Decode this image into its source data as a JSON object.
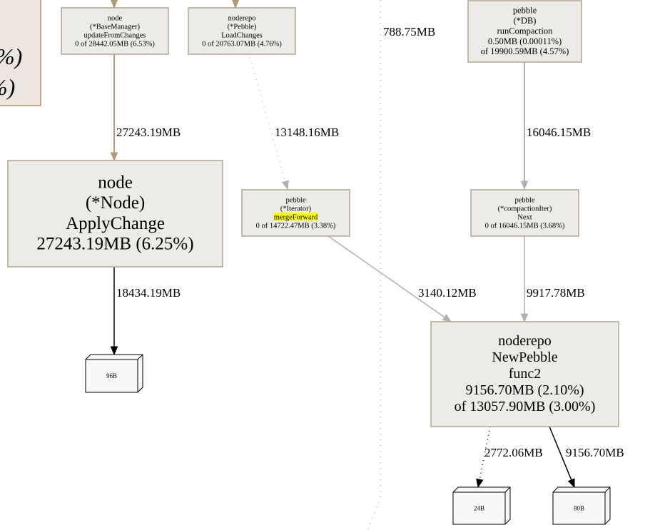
{
  "colors": {
    "node_fill": "#edebe8",
    "node_stroke": "#b2a58f",
    "partial_fill": "#ede5df",
    "partial_stroke": "#b2916e",
    "edge_tan": "#b29a78",
    "edge_gray": "#b2b0aa",
    "edge_black": "#000000",
    "highlight": "#ffff00"
  },
  "nodes": {
    "partial": {
      "lines": [
        "%)",
        "%)"
      ]
    },
    "base_manager": {
      "lines": [
        "node",
        "(*BaseManager)",
        "updateFromChanges",
        "0 of 28442.05MB (6.53%)"
      ]
    },
    "load_changes": {
      "lines": [
        "noderepo",
        "(*Pebble)",
        "LoadChanges",
        "0 of 20763.07MB (4.76%)"
      ]
    },
    "run_compaction": {
      "lines": [
        "pebble",
        "(*DB)",
        "runCompaction",
        "0.50MB (0.00011%)",
        "of 19900.59MB (4.57%)"
      ]
    },
    "apply_change": {
      "lines": [
        "node",
        "(*Node)",
        "ApplyChange",
        "27243.19MB (6.25%)"
      ]
    },
    "merge_forward": {
      "lines": [
        "pebble",
        "(*Iterator)",
        "mergeForward",
        "0 of 14722.47MB (3.38%)"
      ],
      "highlighted_line": 2
    },
    "compaction_iter": {
      "lines": [
        "pebble",
        "(*compactionIter)",
        "Next",
        "0 of 16046.15MB (3.68%)"
      ]
    },
    "new_pebble": {
      "lines": [
        "noderepo",
        "NewPebble",
        "func2",
        "9156.70MB (2.10%)",
        "of 13057.90MB (3.00%)"
      ]
    },
    "box_96b": {
      "lines": [
        "96B"
      ]
    },
    "box_24b": {
      "lines": [
        "24B"
      ]
    },
    "box_80b": {
      "lines": [
        "80B"
      ]
    }
  },
  "edges": [
    {
      "id": "in_base_manager",
      "label": ""
    },
    {
      "id": "in_load_changes",
      "label": ""
    },
    {
      "id": "base_to_apply",
      "label": "27243.19MB"
    },
    {
      "id": "load_to_merge",
      "label": "13148.16MB"
    },
    {
      "id": "compaction_to_iter",
      "label": "16046.15MB"
    },
    {
      "id": "apply_to_96b",
      "label": "18434.19MB"
    },
    {
      "id": "merge_to_newpebble",
      "label": "3140.12MB"
    },
    {
      "id": "iter_to_newpebble",
      "label": "9917.78MB"
    },
    {
      "id": "newpebble_to_24b",
      "label": "2772.06MB"
    },
    {
      "id": "newpebble_to_80b",
      "label": "9156.70MB"
    },
    {
      "id": "side_dotted",
      "label": "788.75MB"
    }
  ]
}
